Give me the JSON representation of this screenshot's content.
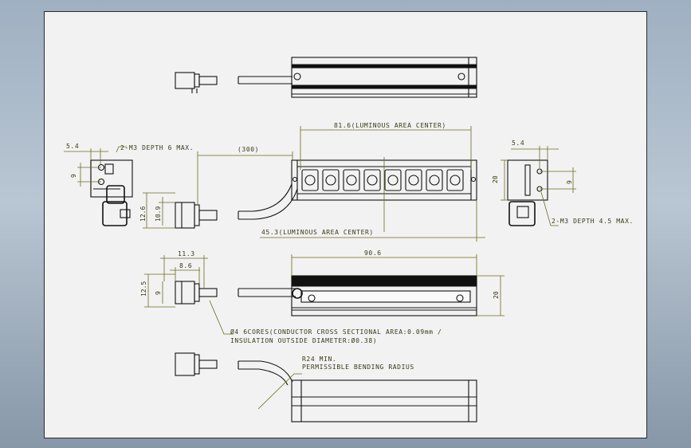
{
  "labels": {
    "luminous_top": "81.6(LUMINOUS AREA CENTER)",
    "luminous_bottom": "45.3(LUMINOUS AREA CENTER)",
    "cable_len": "(300)",
    "dim_54_left": "5.4",
    "dim_9_left": "9",
    "hole_left": "2-M3 DEPTH 6 MAX.",
    "dim_126": "12.6",
    "dim_109": "10.9",
    "dim_54_right": "5.4",
    "dim_20_right": "20",
    "dim_9_right": "9",
    "hole_right": "2-M3 DEPTH 4.5 MAX.",
    "dim_113": "11.3",
    "dim_86": "8.6",
    "dim_125": "12.5",
    "dim_9_mid": "9",
    "dim_906": "90.6",
    "dim_20_mid": "20",
    "cable_note_1": "Ø4 6CORES(CONDUCTOR CROSS SECTIONAL AREA:0.09mm /",
    "cable_note_2": "INSULATION OUTSIDE DIAMETER:Ø0.38)",
    "bend_note_1": "R24 MIN.",
    "bend_note_2": "PERMISSIBLE BENDING RADIUS"
  },
  "colors": {
    "dimension": "#6b6b1e",
    "outline": "#111111",
    "sheet": "#f2f2f2"
  }
}
